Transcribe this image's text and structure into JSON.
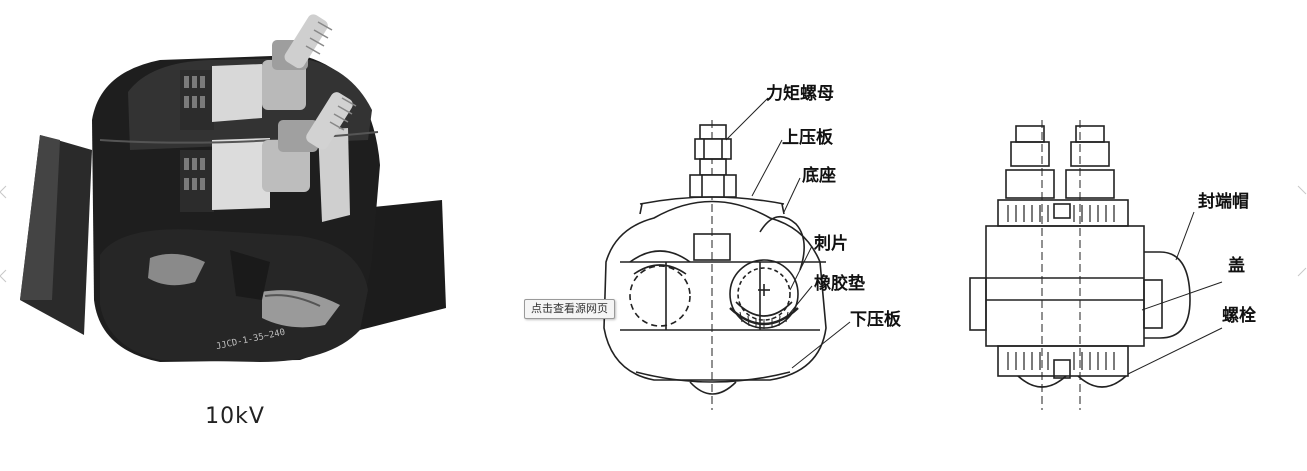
{
  "photo": {
    "caption": "10kV",
    "engraving": "JJCD-1-35~240"
  },
  "labels": {
    "torque_nut": "力矩螺母",
    "upper_plate": "上压板",
    "base": "底座",
    "blade": "刺片",
    "rubber_pad": "橡胶垫",
    "lower_plate": "下压板",
    "end_cap": "封端帽",
    "cover": "盖",
    "bolt": "螺栓"
  },
  "overlay": {
    "view_source_label": "点击查看源网页"
  }
}
